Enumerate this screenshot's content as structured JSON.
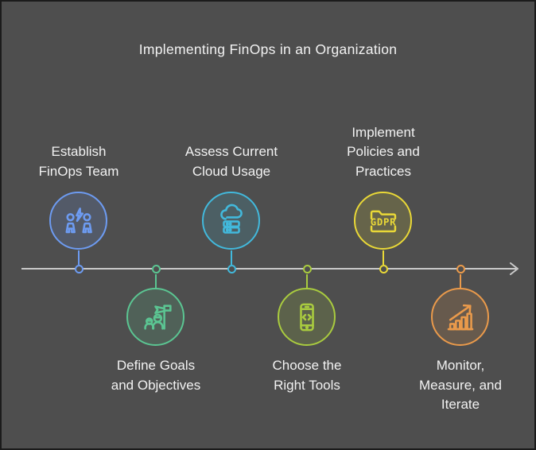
{
  "title": "Implementing FinOps in an Organization",
  "colors": {
    "background": "#4e4e4e",
    "border": "#1b1b1b",
    "timeline": "#c9c9c9",
    "text": "#f2f2f2"
  },
  "timeline": {
    "direction": "left-to-right",
    "arrowhead": "chevron-right"
  },
  "steps": [
    {
      "label": "Establish\nFinOps Team",
      "icon": "team-lightning-icon",
      "color": "#6D9BF1",
      "position": "above"
    },
    {
      "label": "Define Goals\nand Objectives",
      "icon": "goals-flag-icon",
      "color": "#5BC592",
      "position": "below"
    },
    {
      "label": "Assess Current\nCloud Usage",
      "icon": "cloud-server-icon",
      "color": "#42B9DC",
      "position": "above"
    },
    {
      "label": "Choose the\nRight Tools",
      "icon": "mobile-code-icon",
      "color": "#A9CB3F",
      "position": "below"
    },
    {
      "label": "Implement\nPolicies and\nPractices",
      "icon": "gdpr-folder-icon",
      "color": "#E9D837",
      "position": "above",
      "icon_text": "GDPR"
    },
    {
      "label": "Monitor,\nMeasure, and\nIterate",
      "icon": "growth-chart-icon",
      "color": "#EA9A4B",
      "position": "below"
    }
  ]
}
